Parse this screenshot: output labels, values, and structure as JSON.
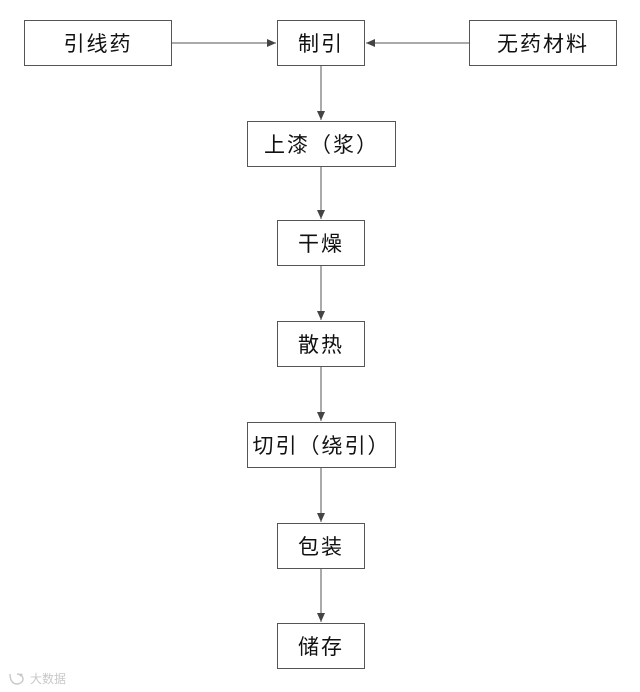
{
  "diagram": {
    "nodes": {
      "yinxianyao": "引线药",
      "zhiyin": "制引",
      "wuyao": "无药材料",
      "shangqi": "上漆（浆）",
      "ganzao": "干燥",
      "sanre": "散热",
      "qieyin": "切引（绕引）",
      "baozhuang": "包装",
      "chucun": "储存"
    },
    "edges": [
      [
        "引线药",
        "制引"
      ],
      [
        "无药材料",
        "制引"
      ],
      [
        "制引",
        "上漆（浆）"
      ],
      [
        "上漆（浆）",
        "干燥"
      ],
      [
        "干燥",
        "散热"
      ],
      [
        "散热",
        "切引（绕引）"
      ],
      [
        "切引（绕引）",
        "包装"
      ],
      [
        "包装",
        "储存"
      ]
    ]
  },
  "watermark": {
    "text": "大数据"
  },
  "colors": {
    "line": "#555555",
    "text": "#111111",
    "watermark": "#c8c8c8"
  }
}
